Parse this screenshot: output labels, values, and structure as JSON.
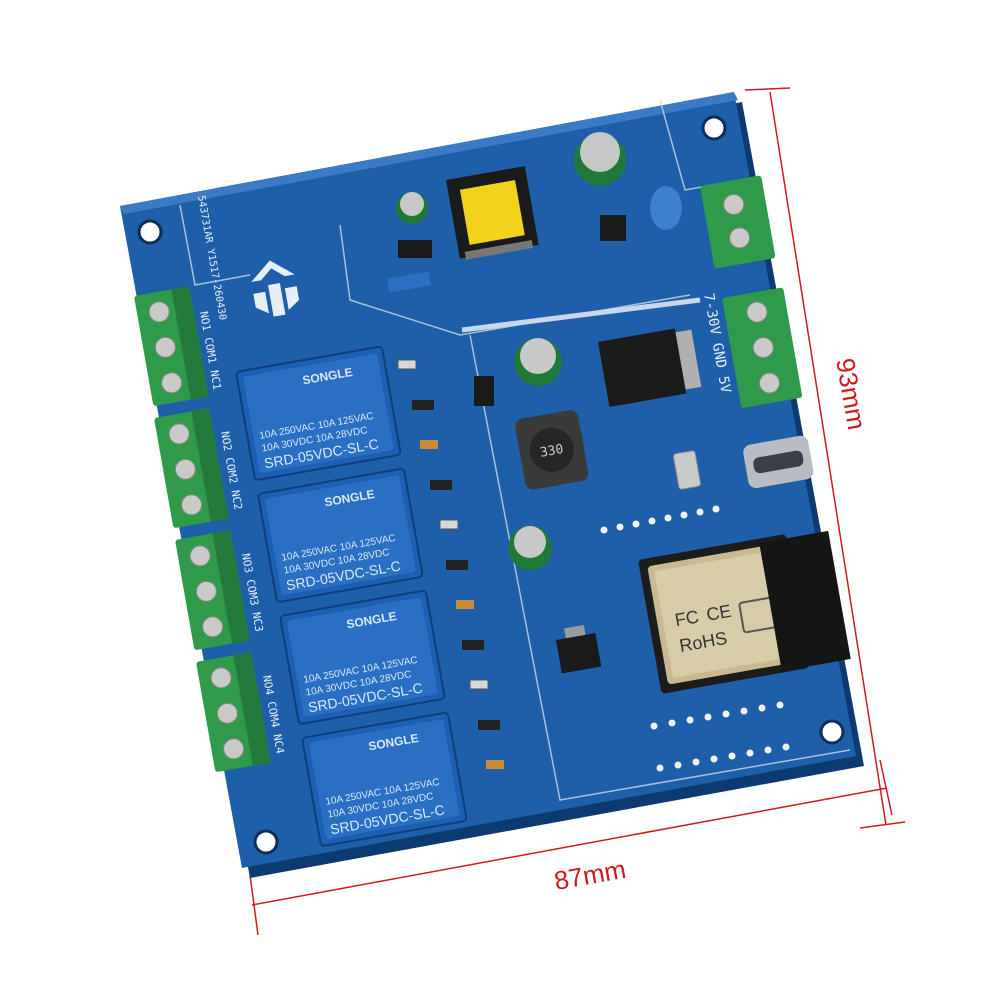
{
  "dimensions": {
    "height_label": "93mm",
    "width_label": "87mm",
    "line_color": "#d11a1a"
  },
  "board": {
    "pcb_color": "#1f5ea8",
    "pcb_code": "543731AR Y1517-260430",
    "power_label": "7-30V GND 5V",
    "relays": [
      {
        "brand": "SONGLE",
        "rating1": "10A 250VAC 10A 125VAC",
        "rating2": "10A 30VDC 10A 28VDC",
        "model": "SRD-05VDC-SL-C"
      },
      {
        "brand": "SONGLE",
        "rating1": "10A 250VAC 10A 125VAC",
        "rating2": "10A 30VDC 10A 28VDC",
        "model": "SRD-05VDC-SL-C"
      },
      {
        "brand": "SONGLE",
        "rating1": "10A 250VAC 10A 125VAC",
        "rating2": "10A 30VDC 10A 28VDC",
        "model": "SRD-05VDC-SL-C"
      },
      {
        "brand": "SONGLE",
        "rating1": "10A 250VAC 10A 125VAC",
        "rating2": "10A 30VDC 10A 28VDC",
        "model": "SRD-05VDC-SL-C"
      }
    ],
    "terminal_labels": [
      "NO1 COM1 NC1",
      "NO2 COM2 NC2",
      "NO3 COM3 NC3",
      "NO4 COM4 NC4"
    ],
    "inductor_label": "330",
    "module_marks": [
      "FC",
      "CE",
      "RoHS"
    ]
  }
}
